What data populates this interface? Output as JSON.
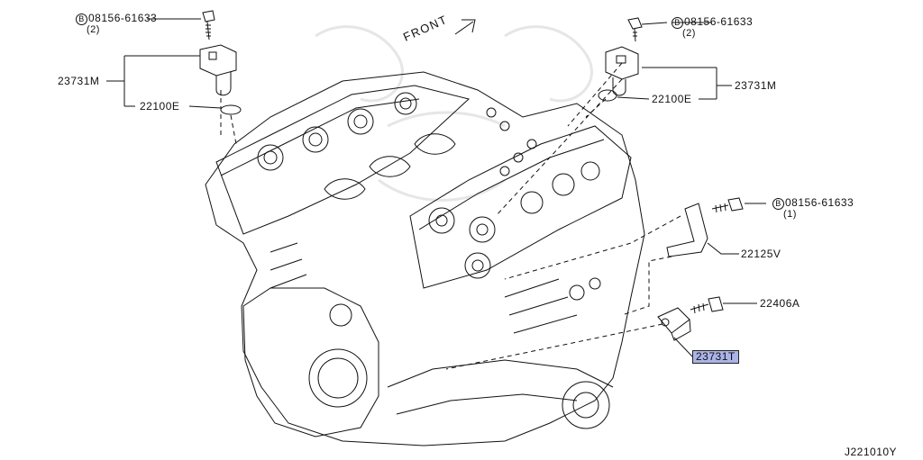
{
  "diagram": {
    "front_label": "FRONT",
    "diagram_code": "J221010Y",
    "labels": {
      "bolt_top_left_code": "08156-61633",
      "bolt_top_left_qty": "(2)",
      "bolt_top_right_code": "08156-61633",
      "bolt_top_right_qty": "(2)",
      "bolt_mid_right_code": "08156-61633",
      "bolt_mid_right_qty": "(1)",
      "bolt_symbol": "B",
      "sensor_left": "23731M",
      "oring_left": "22100E",
      "sensor_right": "23731M",
      "oring_right": "22100E",
      "bracket": "22125V",
      "bolt_22406a": "22406A",
      "crank_sensor": "23731T"
    },
    "colors": {
      "line": "#111111",
      "highlight": "#aab4e8"
    }
  }
}
